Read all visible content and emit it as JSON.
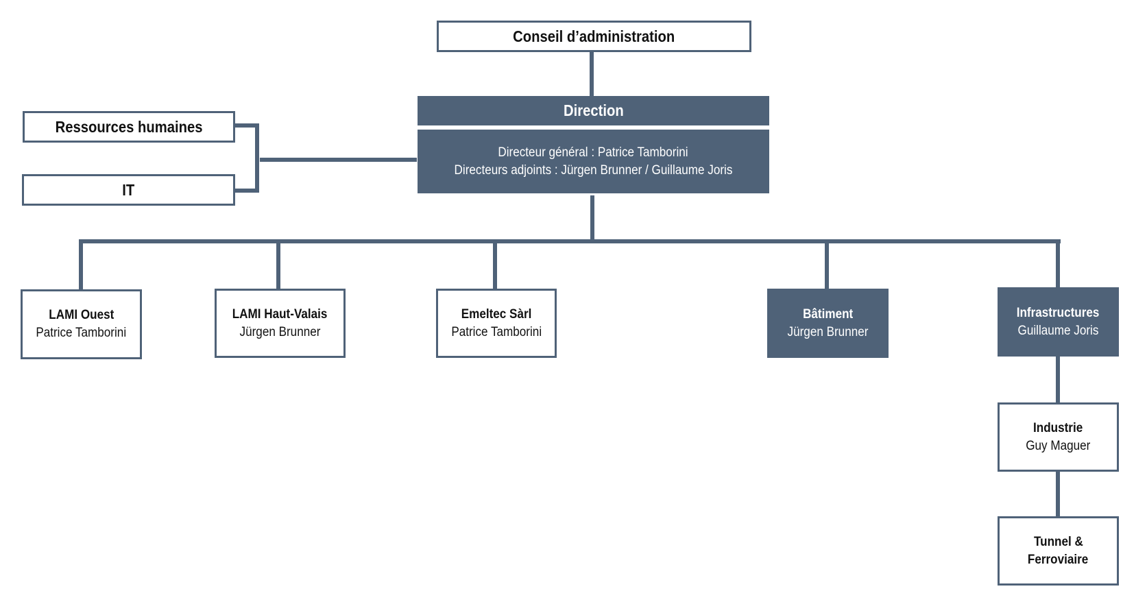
{
  "colors": {
    "accent": "#4f6278",
    "background": "#ffffff",
    "text": "#111111",
    "text_on_accent": "#ffffff"
  },
  "board": {
    "title": "Conseil d’administration"
  },
  "direction": {
    "title": "Direction",
    "line1": "Directeur général : Patrice Tamborini",
    "line2": "Directeurs adjoints : Jürgen Brunner / Guillaume Joris"
  },
  "support": [
    {
      "title": "Ressources humaines"
    },
    {
      "title": "IT"
    }
  ],
  "units": [
    {
      "name": "LAMI Ouest",
      "head": "Patrice Tamborini"
    },
    {
      "name": "LAMI Haut-Valais",
      "head": "Jürgen Brunner"
    },
    {
      "name": "Emeltec Sàrl",
      "head": "Patrice Tamborini"
    },
    {
      "name": "Bâtiment",
      "head": "Jürgen Brunner"
    },
    {
      "name": "Infrastructures",
      "head": "Guillaume Joris"
    }
  ],
  "sub_units": [
    {
      "name": "Industrie",
      "head": "Guy Maguer"
    },
    {
      "name_line1": "Tunnel &",
      "name_line2": "Ferroviaire"
    }
  ]
}
